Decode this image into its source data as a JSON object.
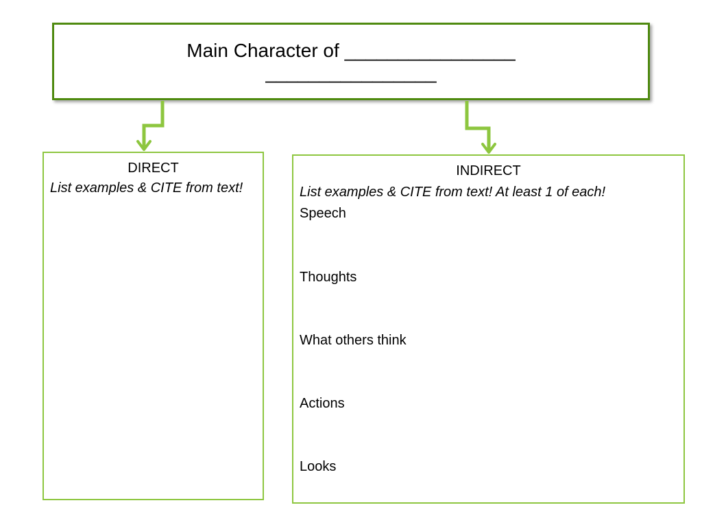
{
  "title": {
    "line1": "Main Character of ________________",
    "line2": "________________"
  },
  "direct": {
    "heading": "DIRECT",
    "instruction": "List examples & CITE from text!"
  },
  "indirect": {
    "heading": "INDIRECT",
    "instruction": "List examples & CITE from text!  At least 1 of each!",
    "categories": [
      "Speech",
      "Thoughts",
      "What others think",
      "Actions",
      "Looks"
    ]
  },
  "colors": {
    "title_border": "#4f8a10",
    "box_border": "#8dc63f",
    "arrow": "#8dc63f"
  }
}
